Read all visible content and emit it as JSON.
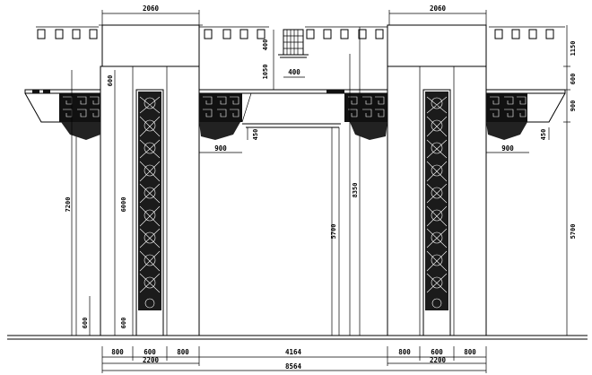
{
  "drawing": {
    "view": "Gate elevation (CAD)",
    "units": "mm"
  },
  "dimensions": {
    "top_left_width": "2060",
    "top_right_width": "2060",
    "beam_gap": "400",
    "height_1050": "1050",
    "small_top": "400",
    "cornice_left_height": "600",
    "bracket_width_left": "900",
    "bracket_width_right": "900",
    "bracket_height_left": "450",
    "bracket_height_right": "450",
    "pillar_left_height": "7200",
    "panel_height": "6000",
    "pillar_base_left": "600",
    "panel_base": "600",
    "opening_height": "5700",
    "center_height": "8350",
    "right_side_height": "5700",
    "right_1150": "1150",
    "right_600": "600",
    "right_900": "900",
    "bottom_left": [
      "800",
      "600",
      "800"
    ],
    "bottom_left_total": "2200",
    "bottom_center": "4164",
    "bottom_right": [
      "800",
      "600",
      "800"
    ],
    "bottom_right_total": "2200",
    "overall_width": "8564"
  },
  "colors": {
    "line": "#000000",
    "ornament": "#000000",
    "background": "#ffffff"
  }
}
